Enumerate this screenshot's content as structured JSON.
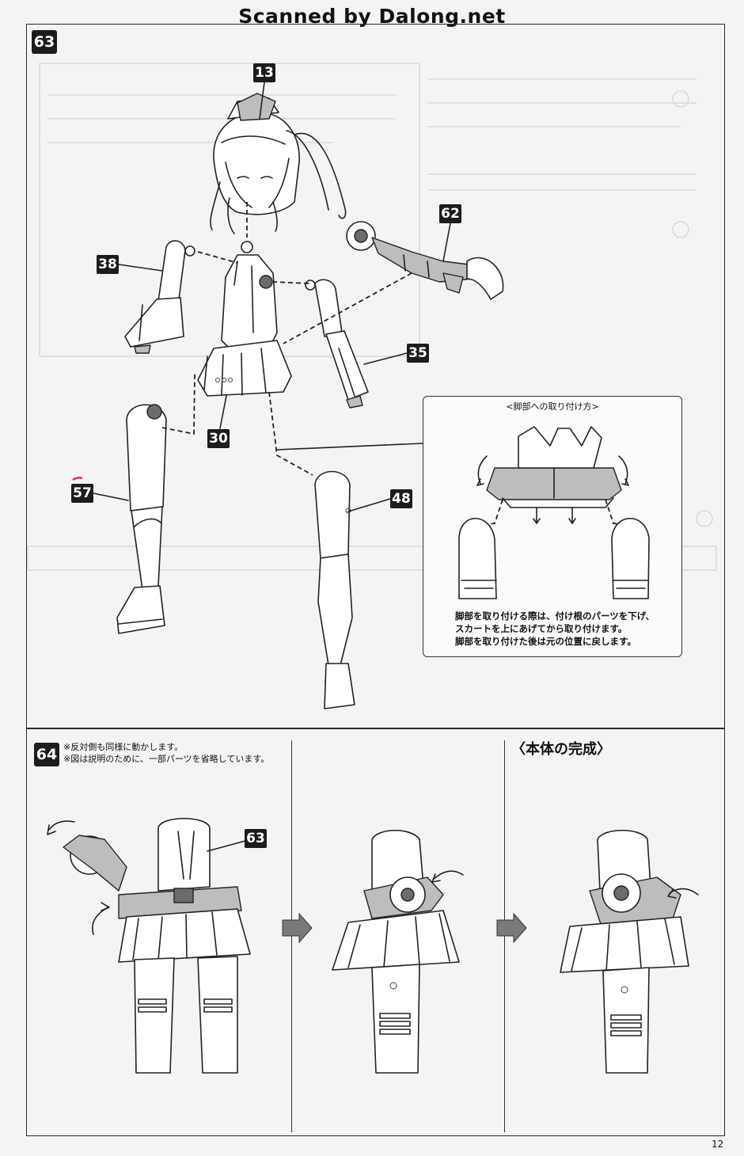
{
  "watermark": "Scanned by Dalong.net",
  "page_number": "12",
  "step63": {
    "badge": "63",
    "parts": [
      "13",
      "62",
      "38",
      "35",
      "30",
      "57",
      "48"
    ],
    "callout": {
      "title": "<脚部への取り付け方>",
      "lines": [
        "脚部を取り付ける際は、付け根のパーツを下げ、",
        "スカートを上にあげてから取り付けます。",
        "脚部を取り付けた後は元の位置に戻します。"
      ]
    }
  },
  "step64": {
    "badge": "64",
    "notes": [
      "※反対側も同様に動かします。",
      "※図は説明のために、一部パーツを省略しています。"
    ],
    "part": "63"
  },
  "completion": {
    "title": "〈本体の完成〉"
  },
  "colors": {
    "ink": "#1c1c1c",
    "paper": "#f4f4f2",
    "accent_mark": "#e0304a"
  }
}
